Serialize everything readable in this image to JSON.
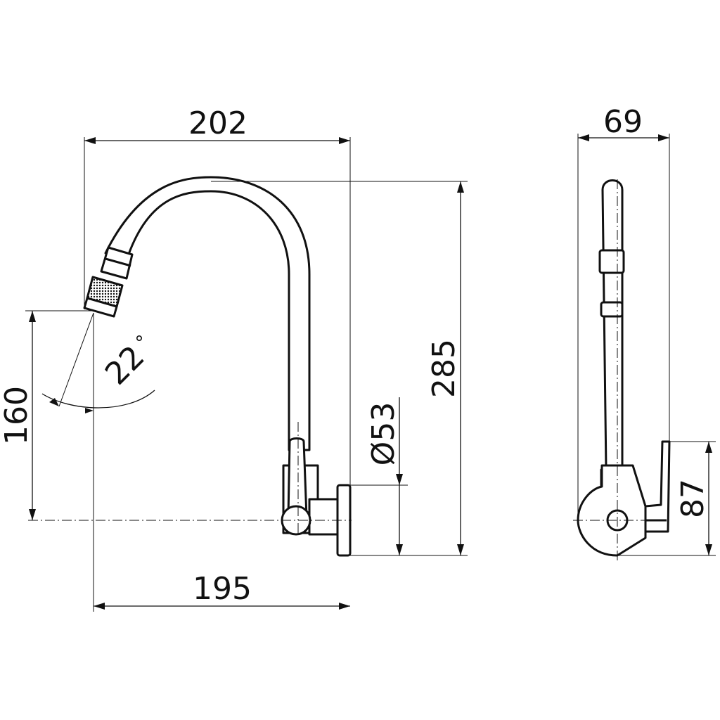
{
  "dimensions": {
    "width_top": "202",
    "width_bottom": "195",
    "height_total": "285",
    "height_outlet": "160",
    "flange_diameter": "Ø53",
    "spray_angle": "22",
    "degree_symbol": "°",
    "side_depth": "69",
    "side_lever_height": "87"
  },
  "colors": {
    "line": "#111111",
    "background": "#ffffff"
  }
}
